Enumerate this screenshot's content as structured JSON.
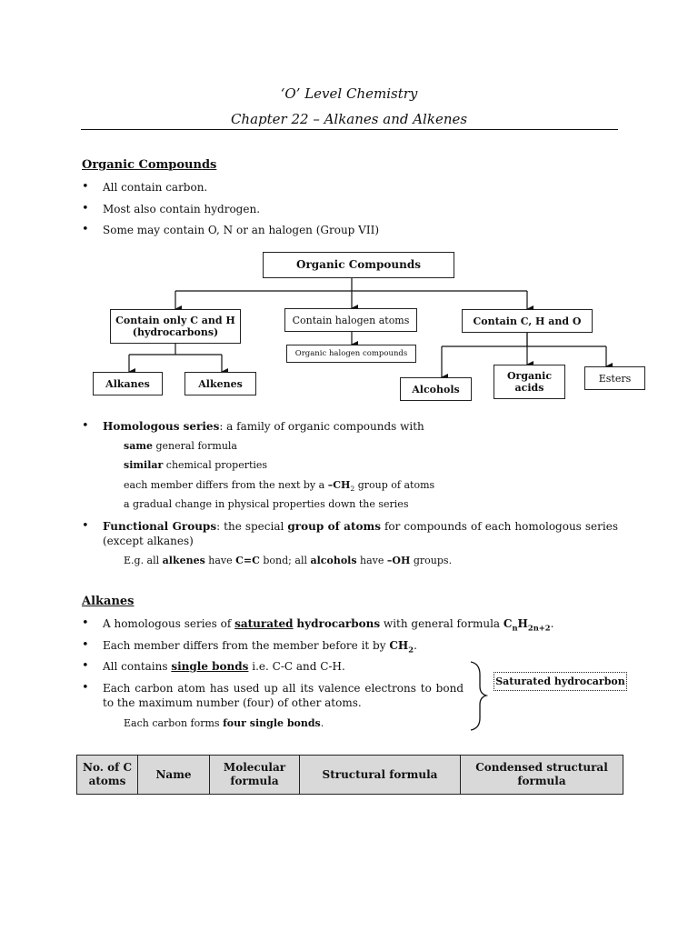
{
  "header": {
    "title_line1": "‘O’ Level Chemistry",
    "title_line2": "Chapter 22 – Alkanes and Alkenes"
  },
  "organic": {
    "heading": "Organic Compounds",
    "bullets": [
      "All contain carbon.",
      "Most also contain hydrogen.",
      "Some may contain O, N or an halogen (Group VII)"
    ]
  },
  "diagram": {
    "root": "Organic Compounds",
    "hydrocarbons": "Contain only C and H (hydrocarbons)",
    "halogen": "Contain halogen atoms",
    "cho": "Contain C, H and O",
    "halogen_compounds": "Organic halogen compounds",
    "alkanes": "Alkanes",
    "alkenes": "Alkenes",
    "alcohols": "Alcohols",
    "organic_acids": "Organic acids",
    "esters": "Esters"
  },
  "homologous": {
    "term": "Homologous series",
    "definition": ": a family of organic compounds with",
    "points": [
      {
        "bold": "same",
        "rest": " general formula"
      },
      {
        "bold": "similar",
        "rest": " chemical properties"
      },
      {
        "pre": "each member differs from the next by a ",
        "bold": "–CH",
        "sub": "2",
        "rest": " group of atoms"
      },
      {
        "rest": "a gradual change in physical properties down the series"
      }
    ]
  },
  "functional": {
    "term": "Functional Groups",
    "p1": ": the special ",
    "bold1": "group of atoms",
    "p2": " for compounds of each homologous series (except alkanes)",
    "example_pre": "E.g. all ",
    "example_b1": "alkenes",
    "example_m1": " have ",
    "example_b2": "C=C",
    "example_m2": " bond; all ",
    "example_b3": "alcohols",
    "example_m3": " have ",
    "example_b4": "–OH",
    "example_post": " groups."
  },
  "alkanes": {
    "heading": "Alkanes",
    "b1_pre": "A homologous series of ",
    "b1_sat": "saturated",
    "b1_mid": " ",
    "b1_hc": "hydrocarbons",
    "b1_post": " with general formula ",
    "b1_formula_c": "C",
    "b1_formula_n": "n",
    "b1_formula_h": "H",
    "b1_formula_sub": "2n+2",
    "b1_end": ".",
    "b2_pre": "Each member differs from the member before it by ",
    "b2_ch": "CH",
    "b2_sub": "2",
    "b2_end": ".",
    "b3_pre": "All contains ",
    "b3_bonds": "single bonds",
    "b3_post": " i.e. C-C and C-H.",
    "b4": "Each carbon atom has used up all its valence electrons to bond to the maximum number (four) of other atoms.",
    "b4_sub_pre": "Each carbon forms ",
    "b4_sub_bold": "four single bonds",
    "b4_sub_end": ".",
    "saturated_label": "Saturated hydrocarbon"
  },
  "table": {
    "headers": [
      "No. of C atoms",
      "Name",
      "Molecular formula",
      "Structural formula",
      "Condensed structural formula"
    ]
  }
}
